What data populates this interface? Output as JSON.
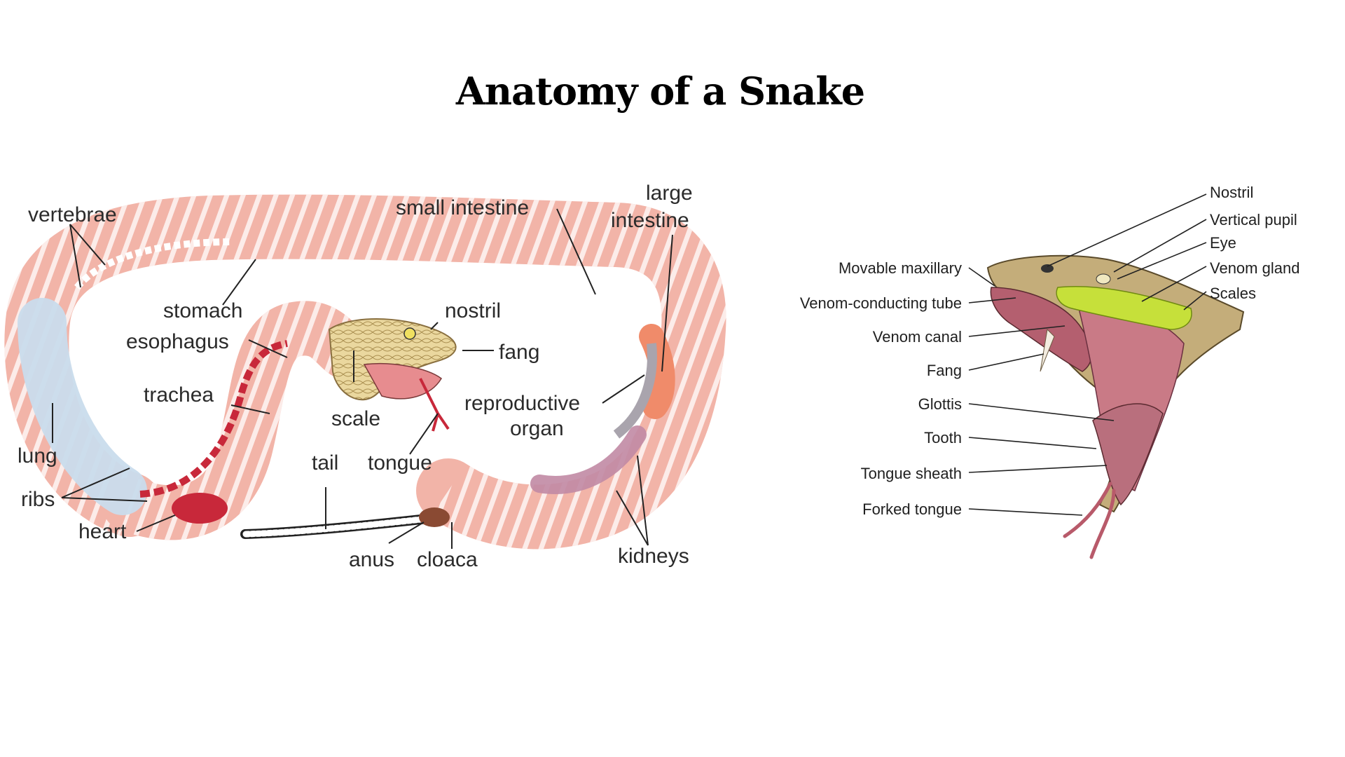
{
  "title": "Anatomy of a Snake",
  "body_diagram": {
    "labels": {
      "vertebrae": "vertebrae",
      "small_intestine": "small intestine",
      "large_intestine_1": "large",
      "large_intestine_2": "intestine",
      "stomach": "stomach",
      "nostril": "nostril",
      "esophagus": "esophagus",
      "fang": "fang",
      "trachea": "trachea",
      "reproductive_organ_1": "reproductive",
      "reproductive_organ_2": "organ",
      "scale": "scale",
      "lung": "lung",
      "tail": "tail",
      "tongue": "tongue",
      "ribs": "ribs",
      "heart": "heart",
      "anus": "anus",
      "cloaca": "cloaca",
      "kidneys": "kidneys"
    }
  },
  "head_diagram": {
    "labels": {
      "nostril": "Nostril",
      "vertical_pupil": "Vertical pupil",
      "eye": "Eye",
      "venom_gland": "Venom gland",
      "scales": "Scales",
      "movable_maxillary": "Movable maxillary",
      "venom_conducting_tube": "Venom-conducting tube",
      "venom_canal": "Venom canal",
      "fang": "Fang",
      "glottis": "Glottis",
      "tooth": "Tooth",
      "tongue_sheath": "Tongue sheath",
      "forked_tongue": "Forked tongue"
    }
  },
  "colors": {
    "body_skin": "#f4b9ae",
    "body_inner": "#e9a59d",
    "lung": "#c9dcec",
    "organ_red": "#c8283a",
    "head_scale": "#e8d39a",
    "mouth_pink": "#c97a86",
    "venom_gland": "#c6e03a",
    "head_skin": "#b8a070"
  }
}
